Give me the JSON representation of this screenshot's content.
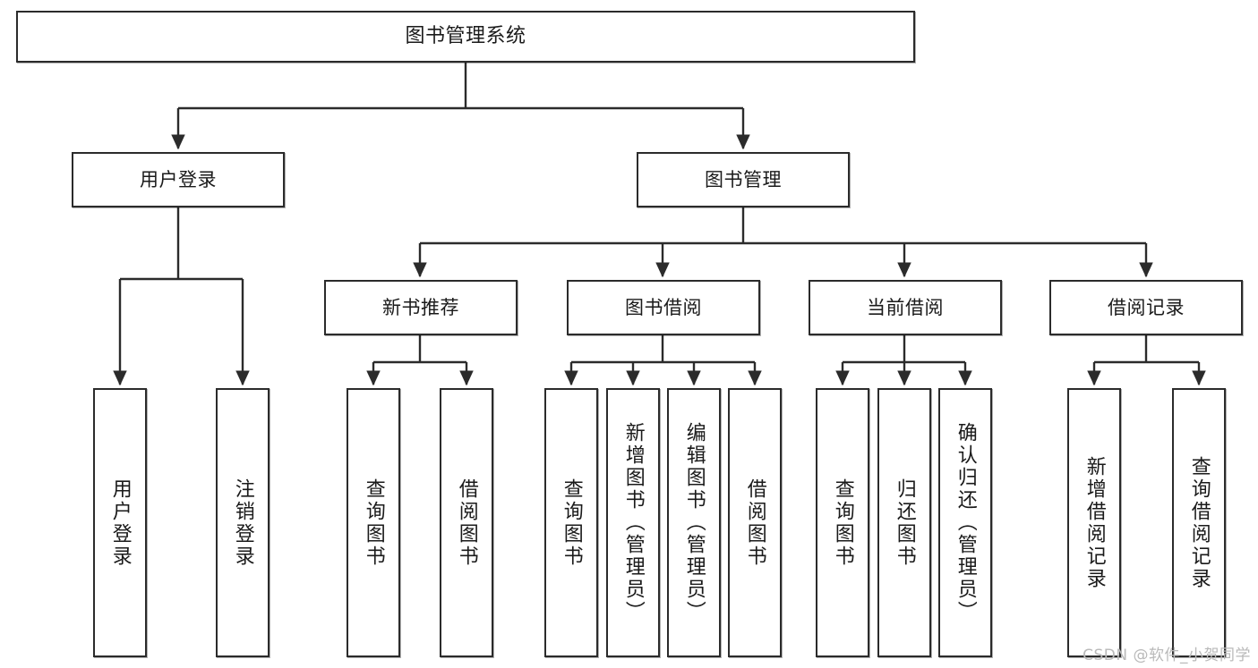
{
  "diagram": {
    "type": "tree",
    "title": "图书管理系统",
    "orientation": "top-down",
    "edge_color": "#2b2b2b",
    "node_border_color": "#2b2b2b",
    "node_fill_color": "#ffffff",
    "text_color": "#1a1a1a"
  },
  "nodes": {
    "root": {
      "label": "图书管理系统"
    },
    "level2": [
      {
        "label": "用户登录"
      },
      {
        "label": "图书管理"
      }
    ],
    "level3": [
      {
        "label": "新书推荐"
      },
      {
        "label": "图书借阅"
      },
      {
        "label": "当前借阅"
      },
      {
        "label": "借阅记录"
      }
    ],
    "leaves": {
      "user_login": [
        {
          "label": "用户登录"
        },
        {
          "label": "注销登录"
        }
      ],
      "new_book_recommend": [
        {
          "label": "查询图书"
        },
        {
          "label": "借阅图书"
        }
      ],
      "book_borrow": [
        {
          "label": "查询图书"
        },
        {
          "label": "新增图书（管理员）"
        },
        {
          "label": "编辑图书（管理员）"
        },
        {
          "label": "借阅图书"
        }
      ],
      "current_borrow": [
        {
          "label": "查询图书"
        },
        {
          "label": "归还图书"
        },
        {
          "label": "确认归还（管理员）"
        }
      ],
      "borrow_record": [
        {
          "label": "新增借阅记录"
        },
        {
          "label": "查询借阅记录"
        }
      ]
    }
  },
  "watermark": {
    "text": "CSDN @软件_小贺同学"
  }
}
